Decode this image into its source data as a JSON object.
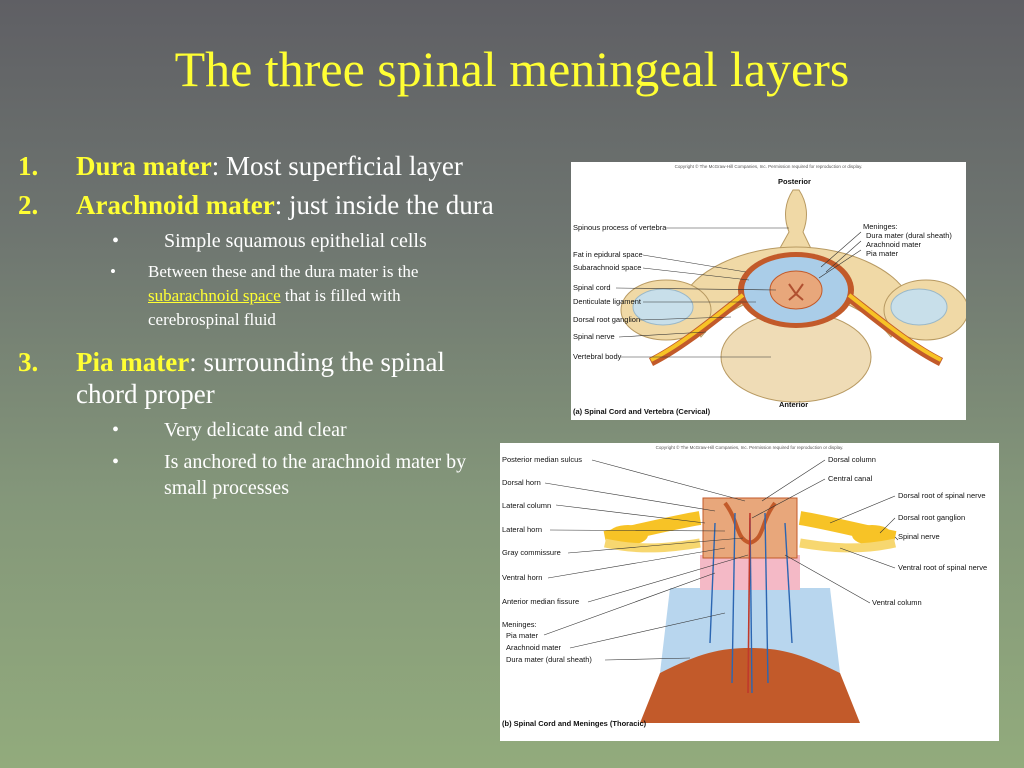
{
  "slide": {
    "title": "The three spinal meningeal layers",
    "items": [
      {
        "number": "1.",
        "term": "Dura mater",
        "text": ": Most superficial layer"
      },
      {
        "number": "2.",
        "term": "Arachnoid mater",
        "text": ": just inside the dura",
        "sub": {
          "text": "Simple squamous epithelial cells",
          "subsub": {
            "text_before": "Between these and the dura mater is the ",
            "link": "subarachnoid space",
            "text_after": " that is filled with cerebrospinal fluid"
          }
        }
      },
      {
        "number": "3.",
        "term": "Pia mater",
        "text": ": surrounding the spinal chord proper",
        "subs": [
          "Very delicate and clear",
          "Is anchored to the arachnoid mater by small processes"
        ]
      }
    ],
    "bullet_glyph": "•"
  },
  "figure_a": {
    "copyright": "Copyright © The McGraw-Hill Companies, Inc. Permission required for reproduction or display.",
    "posterior": "Posterior",
    "anterior": "Anterior",
    "caption": "(a) Spinal Cord and Vertebra (Cervical)",
    "left_labels": [
      "Spinous process of vertebra",
      "Fat in epidural space",
      "Subarachnoid space",
      "Spinal cord",
      "Denticulate ligament",
      "Dorsal root ganglion",
      "Spinal nerve",
      "Vertebral body"
    ],
    "meninges_title": "Meninges:",
    "meninges_labels": [
      "Dura mater (dural sheath)",
      "Arachnoid mater",
      "Pia mater"
    ]
  },
  "figure_b": {
    "copyright": "Copyright © The McGraw-Hill Companies, Inc. Permission required for reproduction or display.",
    "caption": "(b) Spinal Cord and Meninges (Thoracic)",
    "left_labels": [
      "Posterior median sulcus",
      "Dorsal horn",
      "Lateral column",
      "Lateral horn",
      "Gray commissure",
      "Ventral horn",
      "Anterior median fissure"
    ],
    "meninges_title": "Meninges:",
    "meninges_labels": [
      "Pia mater",
      "Arachnoid mater",
      "Dura mater (dural sheath)"
    ],
    "right_labels": [
      "Dorsal column",
      "Central canal",
      "Dorsal root of spinal nerve",
      "Dorsal root ganglion",
      "Spinal nerve",
      "Ventral root of spinal nerve",
      "Ventral column"
    ]
  },
  "colors": {
    "title": "#ffff33",
    "text": "#ffffff",
    "bone": "#f0d9a6",
    "nerve": "#f7c326",
    "cord": "#e8a77b",
    "dura": "#c25a2a",
    "arachnoid": "#aacde8"
  }
}
